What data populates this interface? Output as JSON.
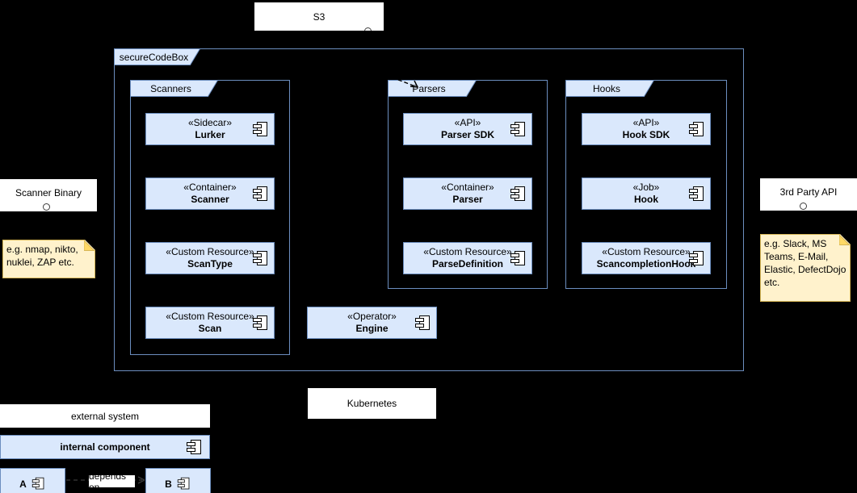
{
  "system": {
    "tab": "secureCodeBox"
  },
  "external_nodes": {
    "s3": "S3",
    "kubernetes": "Kubernetes",
    "scanner_binary": "Scanner Binary",
    "third_party_api": "3rd Party API"
  },
  "notes": {
    "left": "e.g. nmap, nikto, nuklei, ZAP etc.",
    "right": "e.g. Slack, MS Teams, E-Mail, Elastic, DefectDojo etc."
  },
  "groups": [
    {
      "label": "Scanners",
      "components": [
        {
          "stereotype": "«Sidecar»",
          "name": "Lurker"
        },
        {
          "stereotype": "«Container»",
          "name": "Scanner"
        },
        {
          "stereotype": "«Custom Resource»",
          "name": "ScanType"
        },
        {
          "stereotype": "«Custom Resource»",
          "name": "Scan"
        }
      ]
    },
    {
      "label": "Parsers",
      "components": [
        {
          "stereotype": "«API»",
          "name": "Parser SDK"
        },
        {
          "stereotype": "«Container»",
          "name": "Parser"
        },
        {
          "stereotype": "«Custom Resource»",
          "name": "ParseDefinition"
        }
      ]
    },
    {
      "label": "Hooks",
      "components": [
        {
          "stereotype": "«API»",
          "name": "Hook SDK"
        },
        {
          "stereotype": "«Job»",
          "name": "Hook"
        },
        {
          "stereotype": "«Custom Resource»",
          "name": "ScancompletionHook"
        }
      ]
    }
  ],
  "operator": {
    "stereotype": "«Operator»",
    "name": "Engine"
  },
  "legend": {
    "external_system": "external system",
    "internal_component": "internal component",
    "node_a": "A",
    "node_b": "B",
    "depends_on": "depends on"
  },
  "colors": {
    "component_fill": "#dae8fc",
    "component_stroke": "#6c8ebf",
    "note_fill": "#fff2cc",
    "note_stroke": "#d6b656",
    "white_box": "#ffffff",
    "background": "#000000"
  }
}
